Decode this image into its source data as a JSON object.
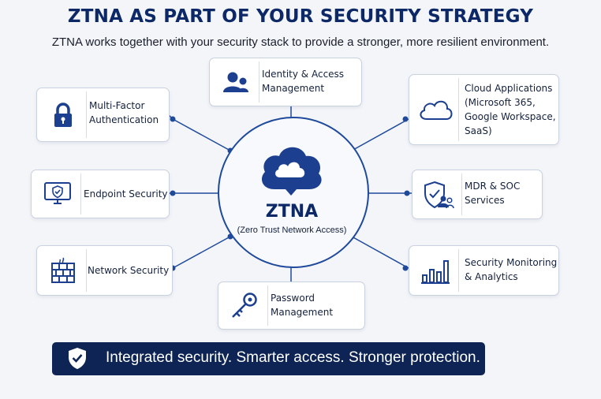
{
  "header": {
    "title": "ZTNA AS PART OF YOUR SECURITY STRATEGY",
    "subtitle": "ZTNA works together with your security stack to provide a stronger, more resilient environment."
  },
  "center": {
    "title": "ZTNA",
    "subtitle": "(Zero Trust Network Access)",
    "icon": "cloud-icon"
  },
  "components": [
    {
      "id": "identity",
      "label": "Identity & Access\nManagement",
      "icon": "users-icon"
    },
    {
      "id": "mfa",
      "label": "Multi-Factor\nAuthentication",
      "icon": "padlock-icon"
    },
    {
      "id": "cloud",
      "label": "Cloud Applications\n(Microsoft 365,\nGoogle Workspace,\nSaaS)",
      "icon": "cloud-outline-icon"
    },
    {
      "id": "endpoint",
      "label": "Endpoint Security",
      "icon": "monitor-shield-icon"
    },
    {
      "id": "mdr",
      "label": "MDR & SOC\nServices",
      "icon": "shield-team-icon"
    },
    {
      "id": "network",
      "label": "Network Security",
      "icon": "firewall-icon"
    },
    {
      "id": "monitoring",
      "label": "Security Monitoring\n& Analytics",
      "icon": "bar-chart-icon"
    },
    {
      "id": "password",
      "label": "Password\nManagement",
      "icon": "key-icon"
    }
  ],
  "banner": {
    "text": "Integrated security. Smarter access. Stronger protection.",
    "icon": "shield-check-icon"
  },
  "colors": {
    "navy": "#0c2866",
    "accent": "#1f4a9c",
    "banner_bg": "#0d2454",
    "background": "#f3f5f9"
  }
}
